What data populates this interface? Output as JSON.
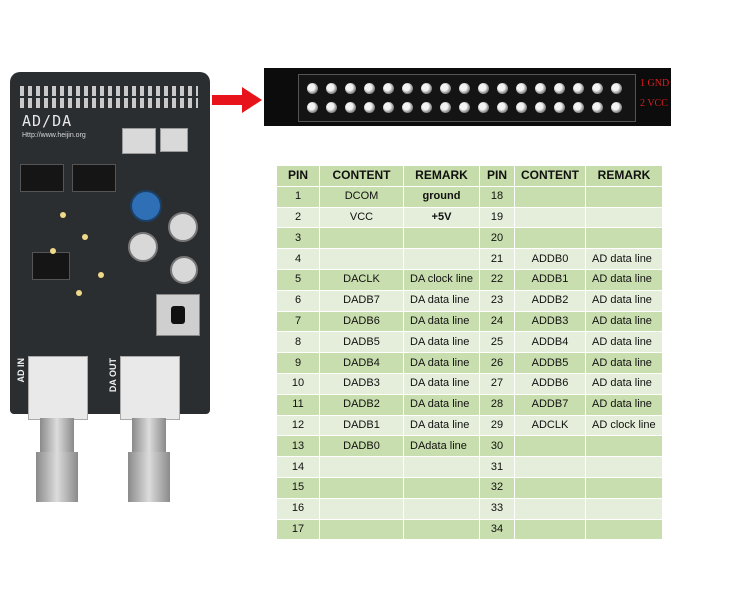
{
  "board": {
    "title": "AD/DA",
    "url": "Http://www.heijin.org",
    "ad_label": "AD IN",
    "da_label": "DA OUT"
  },
  "connector": {
    "pin1_label": "1  GND",
    "pin2_label": "2  VCC"
  },
  "table": {
    "headers": [
      "PIN",
      "CONTENT",
      "REMARK",
      "PIN",
      "CONTENT",
      "REMARK"
    ],
    "rows": [
      [
        "1",
        "DCOM",
        "ground",
        "18",
        "",
        ""
      ],
      [
        "2",
        "VCC",
        "+5V",
        "19",
        "",
        ""
      ],
      [
        "3",
        "",
        "",
        "20",
        "",
        ""
      ],
      [
        "4",
        "",
        "",
        "21",
        "ADDB0",
        "AD data line"
      ],
      [
        "5",
        "DACLK",
        "DA clock line",
        "22",
        "ADDB1",
        "AD data line"
      ],
      [
        "6",
        "DADB7",
        "DA data line",
        "23",
        "ADDB2",
        "AD data line"
      ],
      [
        "7",
        "DADB6",
        "DA data line",
        "24",
        "ADDB3",
        "AD data line"
      ],
      [
        "8",
        "DADB5",
        "DA data line",
        "25",
        "ADDB4",
        "AD data line"
      ],
      [
        "9",
        "DADB4",
        "DA data line",
        "26",
        "ADDB5",
        "AD data line"
      ],
      [
        "10",
        "DADB3",
        "DA data line",
        "27",
        "ADDB6",
        "AD data line"
      ],
      [
        "11",
        "DADB2",
        "DA data line",
        "28",
        "ADDB7",
        "AD data line"
      ],
      [
        "12",
        "DADB1",
        "DA data line",
        "29",
        "ADCLK",
        "AD clock line"
      ],
      [
        "13",
        "DADB0",
        "DAdata line",
        "30",
        "",
        ""
      ],
      [
        "14",
        "",
        "",
        "31",
        "",
        ""
      ],
      [
        "15",
        "",
        "",
        "32",
        "",
        ""
      ],
      [
        "16",
        "",
        "",
        "33",
        "",
        ""
      ],
      [
        "17",
        "",
        "",
        "34",
        "",
        ""
      ]
    ]
  },
  "colors": {
    "arrow": "#e8141b",
    "table_header": "#c6dcaa",
    "table_row_odd": "#c9deae",
    "table_row_even": "#e4eeda",
    "connector_label": "#d81e1e"
  }
}
